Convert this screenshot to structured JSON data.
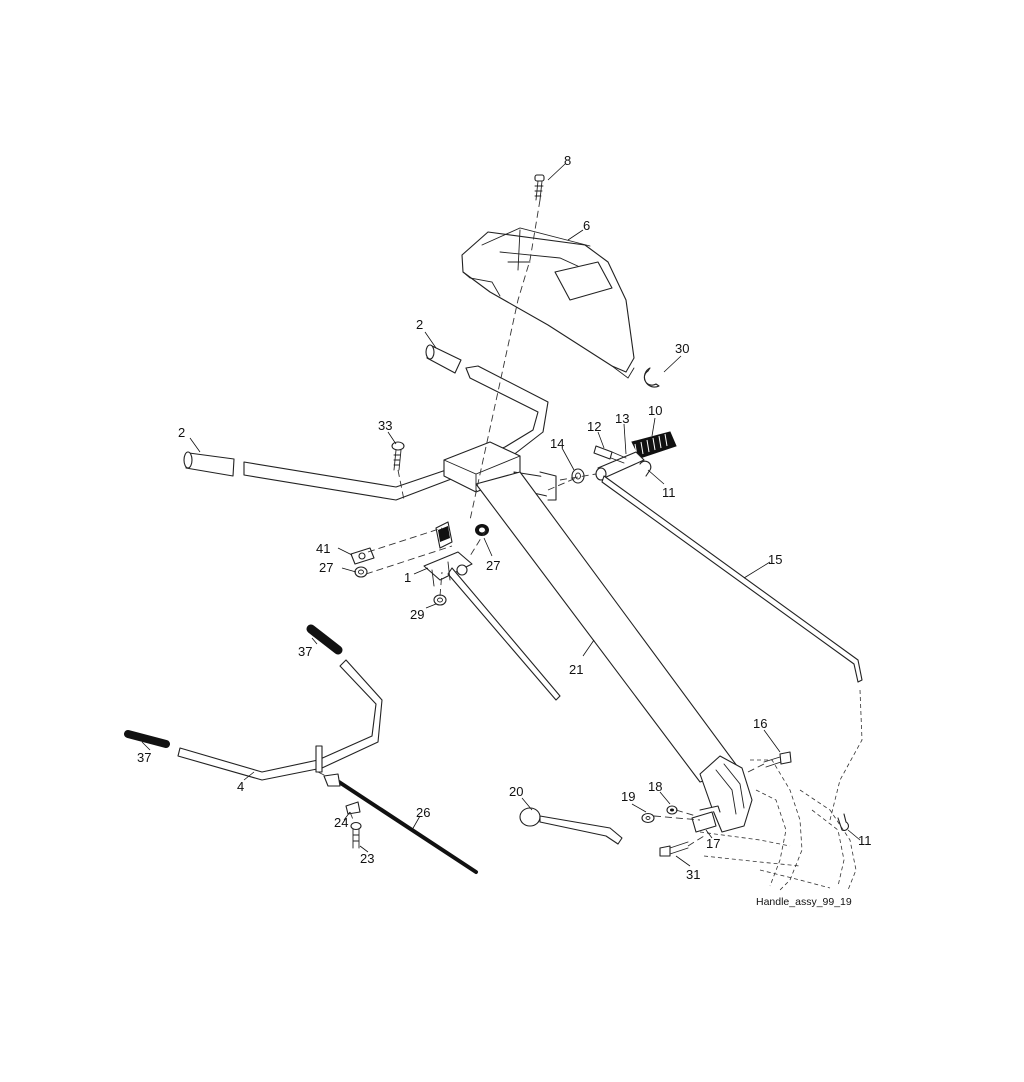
{
  "diagram": {
    "caption": "Handle_assy_99_19",
    "callouts": {
      "p8": "8",
      "p6": "6",
      "p2a": "2",
      "p30": "30",
      "p2b": "2",
      "p33": "33",
      "p10": "10",
      "p12": "12",
      "p13": "13",
      "p14": "14",
      "p11a": "11",
      "p41": "41",
      "p27a": "27",
      "p1": "1",
      "p27b": "27",
      "p29": "29",
      "p15": "15",
      "p37a": "37",
      "p21": "21",
      "p37b": "37",
      "p16": "16",
      "p4": "4",
      "p20": "20",
      "p18": "18",
      "p19": "19",
      "p26": "26",
      "p24": "24",
      "p17": "17",
      "p11b": "11",
      "p23": "23",
      "p31": "31"
    }
  }
}
